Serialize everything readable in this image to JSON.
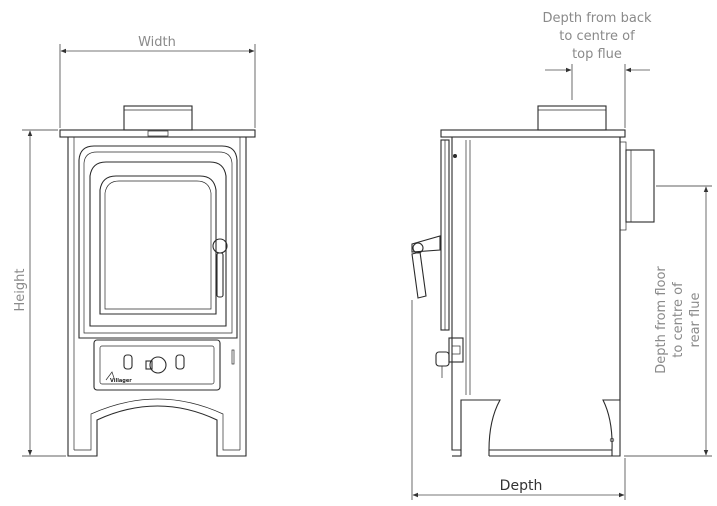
{
  "labels": {
    "width": "Width",
    "height": "Height",
    "depth": "Depth",
    "back_to_flue": [
      "Depth from back",
      "to centre of",
      "top flue"
    ],
    "floor_to_flue": [
      "Depth from floor",
      "to centre of",
      "rear flue"
    ],
    "brand": "Villager"
  },
  "colors": {
    "line": "#2b2b2b",
    "dimension_text": "#8a8a8a",
    "depth_text": "#333333"
  }
}
